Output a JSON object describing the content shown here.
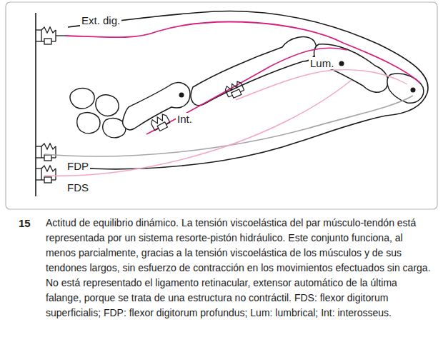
{
  "diagram": {
    "caption": "Actitud de equilibrio dinámico. La tensión viscoelástica del par músculo-tendón está representada por un sistema resorte-pistón hidráulico. Este conjunto funciona, al menos parcialmente, gracias a la tensión viscoelástica de los músculos y de sus tendones largos, sin esfuerzo de contracción en los movimientos efectuados sin carga. No está representado el ligamento retinacular, extensor automático de la última falange, porque se trata de una estructura no contráctil. FDS: flexor digitorum superficialis; FDP: flexor digitorum profundus; Lum: lumbrical; Int: interosseus.",
    "labels": [
      "15",
      "Ext. dig.",
      "Lum.",
      "Int.",
      "FDP",
      "FDS"
    ]
  }
}
